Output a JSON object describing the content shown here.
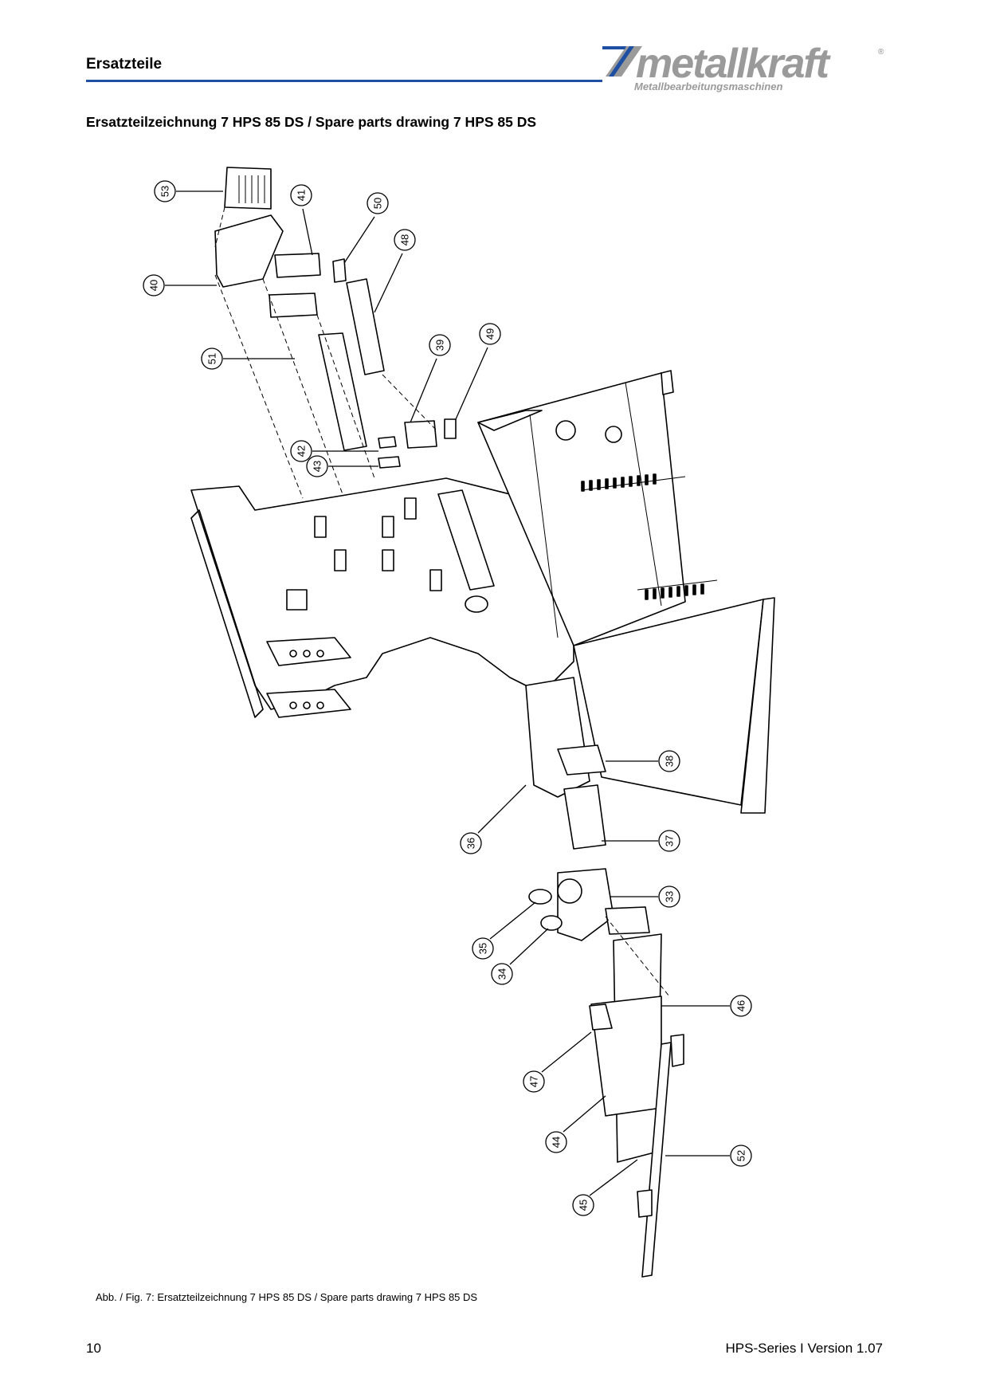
{
  "header": {
    "section_title": "Ersatzteile",
    "logo_text": "metallkraft",
    "logo_registered": "®",
    "logo_subtitle": "Metallbearbeitungsmaschinen",
    "rule_color": "#1f4fa3"
  },
  "drawing": {
    "title": "Ersatzteilzeichnung 7 HPS 85 DS / Spare parts drawing 7 HPS 85 DS",
    "callouts": [
      "53",
      "41",
      "50",
      "48",
      "40",
      "51",
      "39",
      "49",
      "42",
      "43",
      "38",
      "36",
      "37",
      "33",
      "35",
      "34",
      "46",
      "47",
      "44",
      "52",
      "45"
    ]
  },
  "caption": "Abb. / Fig.  7: Ersatzteilzeichnung 7 HPS 85 DS / Spare parts drawing 7 HPS 85 DS",
  "footer": {
    "page_number": "10",
    "version": "HPS-Series I Version 1.07"
  }
}
